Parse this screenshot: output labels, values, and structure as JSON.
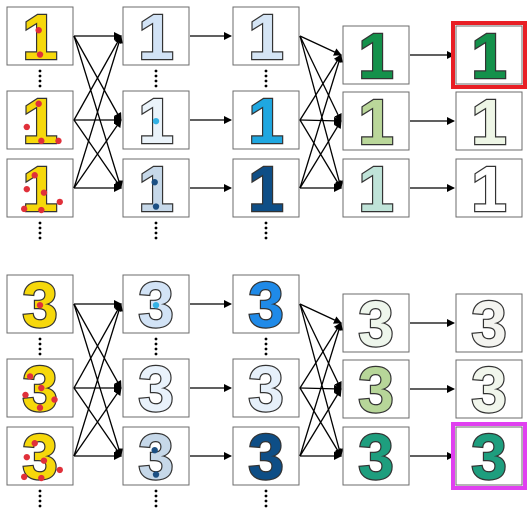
{
  "figure": {
    "groups": [
      {
        "digit": "1",
        "columns": [
          {
            "tiles": [
              {
                "fill": "#f6d80b",
                "dots": [
                  {
                    "color": "#e0303a",
                    "count": 2
                  }
                ]
              },
              {
                "fill": "#f6d80b",
                "dots": [
                  {
                    "color": "#e0303a",
                    "count": 4
                  }
                ]
              },
              {
                "fill": "#f6d80b",
                "dots": [
                  {
                    "color": "#e0303a",
                    "count": 6
                  }
                ]
              }
            ]
          },
          {
            "tiles": [
              {
                "fill": "#d2e3f6"
              },
              {
                "fill": "#eaf3fa",
                "dots": [
                  {
                    "color": "#33b1e4",
                    "count": 1
                  }
                ]
              },
              {
                "fill": "#c6d8e9",
                "dots": [
                  {
                    "color": "#1b4f83",
                    "count": 2
                  }
                ]
              }
            ]
          },
          {
            "tiles": [
              {
                "fill": "#d5e5f5"
              },
              {
                "fill": "#1fa7e0"
              },
              {
                "fill": "#0e4e86"
              }
            ]
          },
          {
            "tiles": [
              {
                "fill": "#14914b"
              },
              {
                "fill": "#bad79a"
              },
              {
                "fill": "#bfe3d8"
              }
            ]
          },
          {
            "tiles": [
              {
                "fill": "#14914b",
                "highlight": "#e81f25"
              },
              {
                "fill": "#eef6e6"
              },
              {
                "fill": "#ffffff"
              }
            ]
          }
        ]
      },
      {
        "digit": "3",
        "columns": [
          {
            "tiles": [
              {
                "fill": "#f6d80b",
                "dots": [
                  {
                    "color": "#e0303a",
                    "count": 1
                  }
                ]
              },
              {
                "fill": "#f6d80b",
                "dots": [
                  {
                    "color": "#e0303a",
                    "count": 5
                  }
                ]
              },
              {
                "fill": "#f6d80b",
                "dots": [
                  {
                    "color": "#e0303a",
                    "count": 6
                  }
                ]
              }
            ]
          },
          {
            "tiles": [
              {
                "fill": "#d2e3f6",
                "dots": [
                  {
                    "color": "#33b1e4",
                    "count": 1
                  }
                ]
              },
              {
                "fill": "#e9f2fb"
              },
              {
                "fill": "#c6d8e9",
                "dots": [
                  {
                    "color": "#1b4f83",
                    "count": 2
                  }
                ]
              }
            ]
          },
          {
            "tiles": [
              {
                "fill": "#1f8ae8"
              },
              {
                "fill": "#e6f0fa"
              },
              {
                "fill": "#0e4e86"
              }
            ]
          },
          {
            "tiles": [
              {
                "fill": "#eef6ec"
              },
              {
                "fill": "#b7d699"
              },
              {
                "fill": "#1e9e7e"
              }
            ]
          },
          {
            "tiles": [
              {
                "fill": "#f4f4f0"
              },
              {
                "fill": "#f1f6ec"
              },
              {
                "fill": "#1e9e7e",
                "highlight": "#e040f0"
              }
            ]
          }
        ]
      }
    ],
    "connections": {
      "col0_to_col1": "all-to-all",
      "col1_to_col2": "one-to-one",
      "col2_to_col3": "all-to-all",
      "col3_to_col4": "one-to-one"
    },
    "ellipsis_columns": [
      0,
      1,
      2
    ]
  }
}
